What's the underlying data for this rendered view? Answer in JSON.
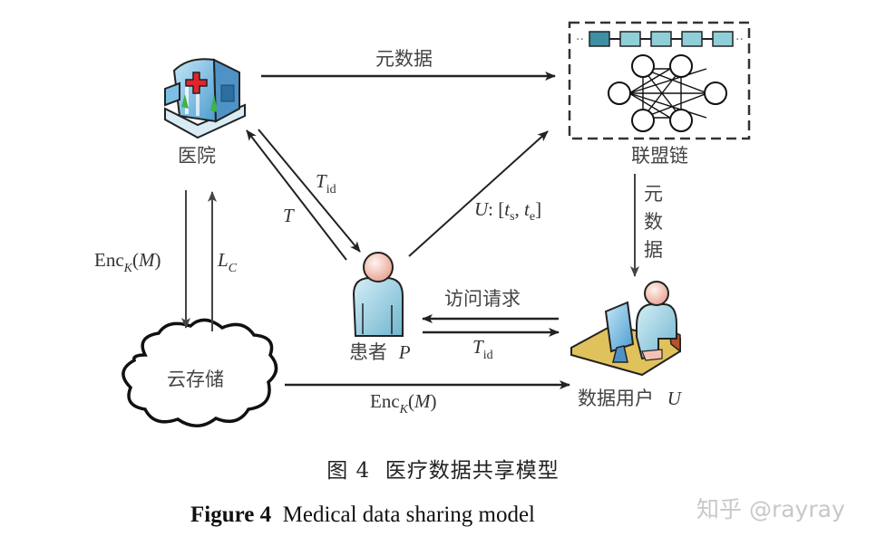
{
  "nodes": {
    "hospital": {
      "label": "医院",
      "icon": "hospital-building-icon"
    },
    "consortium_chain": {
      "label": "联盟链",
      "icon": "blockchain-network-icon"
    },
    "patient": {
      "label": "患者",
      "var": "P",
      "icon": "person-icon"
    },
    "cloud_storage": {
      "label": "云存储",
      "icon": "cloud-icon"
    },
    "data_user": {
      "label": "数据用户",
      "var": "U",
      "icon": "user-at-computer-icon"
    }
  },
  "edges": {
    "hospital_to_chain": {
      "label": "元数据"
    },
    "chain_to_user": {
      "label_chars": [
        "元",
        "数",
        "据"
      ]
    },
    "patient_to_chain": {
      "label_var": "U",
      "label_rest": ": [",
      "ts": "t",
      "ts_sub": "s",
      "sep": ", ",
      "te": "t",
      "te_sub": "e",
      "close": "]"
    },
    "hospital_to_patient": {
      "label_var": "T",
      "label_sub": "id"
    },
    "patient_to_hospital": {
      "label_var": "T"
    },
    "hospital_to_cloud": {
      "label_fn": "Enc",
      "label_sub": "K",
      "label_open": "(",
      "label_var": "M",
      "label_close": ")"
    },
    "cloud_to_hospital": {
      "label_var": "L",
      "label_sub": "C"
    },
    "user_to_patient": {
      "label": "访问请求"
    },
    "patient_to_user": {
      "label_var": "T",
      "label_sub": "id"
    },
    "cloud_to_user": {
      "label_fn": "Enc",
      "label_sub": "K",
      "label_open": "(",
      "label_var": "M",
      "label_close": ")"
    }
  },
  "colors": {
    "block_first": "#3e8fa3",
    "block": "#8fcfd8",
    "person_body": "#9fd4e3",
    "person_head": "#f4c2b4",
    "desk": "#e0c25c",
    "hospital_blue": "#7cc3e6",
    "cross_red": "#e3242b"
  },
  "caption": {
    "cn_prefix": "图 4",
    "cn_title": "医疗数据共享模型",
    "en_prefix": "Figure 4",
    "en_title": "Medical data sharing model"
  },
  "watermark": "知乎 @rayray"
}
